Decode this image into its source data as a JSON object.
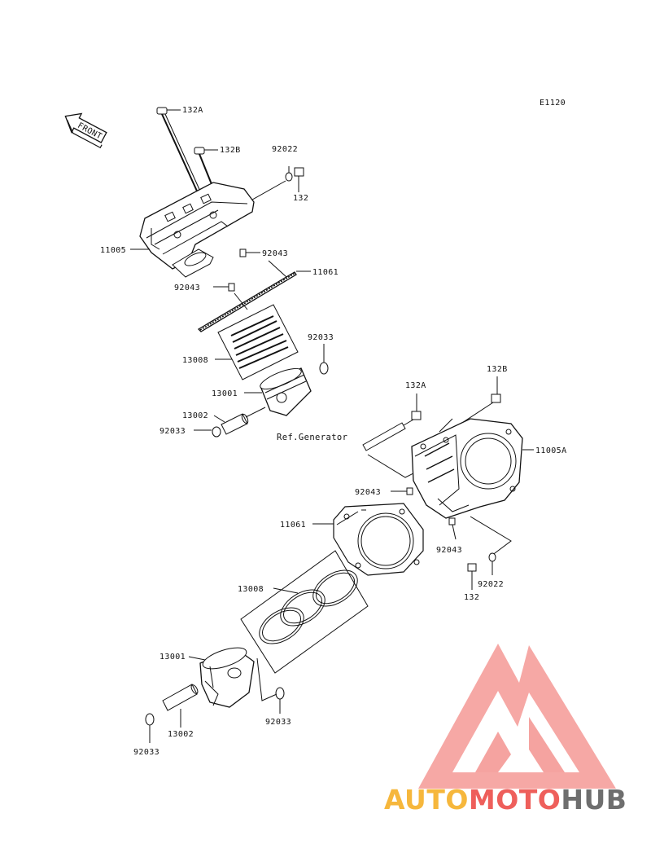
{
  "diagram": {
    "code": "E1120",
    "front_label": "FRONT",
    "ref_label": "Ref.Generator",
    "upper_parts": {
      "bolt_long": "132A",
      "bolt_mid": "132B",
      "washer": "92022",
      "bolt_small": "132",
      "cylinder": "11005",
      "dowel_a": "92043",
      "gasket": "11061",
      "dowel_b": "92043",
      "ring_set": "13008",
      "clip_right": "92033",
      "piston": "13001",
      "pin": "13002",
      "clip_left": "92033"
    },
    "lower_parts": {
      "bolt_long": "132A",
      "bolt_mid": "132B",
      "cylinder": "11005A",
      "dowel_a": "92043",
      "gasket": "11061",
      "dowel_b": "92043",
      "washer": "92022",
      "bolt_small": "132",
      "ring_set": "13008",
      "piston": "13001",
      "pin": "13002",
      "clip_right": "92033",
      "clip_left": "92033"
    }
  },
  "watermark": {
    "part1": "AUTO",
    "part2": "MOTO",
    "part3": "HUB",
    "colors": {
      "orange": "#f6b73c",
      "red": "#ee5f5b",
      "gray": "#6e6e6e",
      "logo": "#f08a86"
    }
  }
}
